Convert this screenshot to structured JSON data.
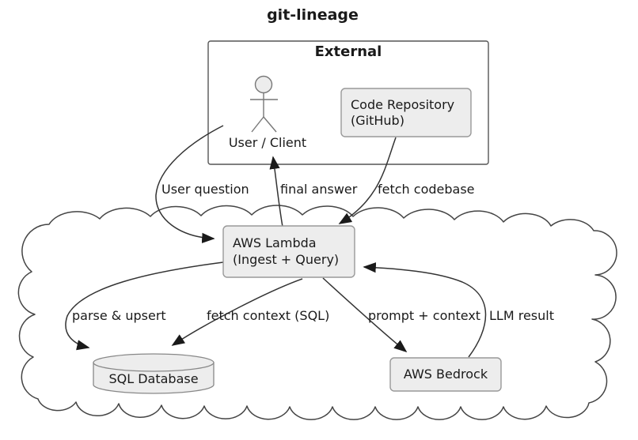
{
  "title": "git-lineage",
  "external_group": {
    "label": "External",
    "nodes": {
      "user_client": {
        "label": "User / Client",
        "icon": "actor-stick-figure"
      },
      "code_repository": {
        "line1": "Code Repository",
        "line2": "(GitHub)"
      }
    }
  },
  "cloud_group": {
    "shape": "cloud",
    "nodes": {
      "aws_lambda": {
        "line1": "AWS Lambda",
        "line2": "(Ingest + Query)"
      },
      "sql_database": {
        "label": "SQL Database",
        "icon": "database-cylinder"
      },
      "aws_bedrock": {
        "label": "AWS Bedrock"
      }
    }
  },
  "edges": [
    {
      "from": "user_client",
      "to": "aws_lambda",
      "label": "User question"
    },
    {
      "from": "aws_lambda",
      "to": "user_client",
      "label": "final answer"
    },
    {
      "from": "code_repository",
      "to": "aws_lambda",
      "label": "fetch codebase"
    },
    {
      "from": "aws_lambda",
      "to": "sql_database",
      "label": "parse & upsert"
    },
    {
      "from": "aws_lambda",
      "to": "sql_database",
      "label": "fetch context (SQL)"
    },
    {
      "from": "aws_lambda",
      "to": "aws_bedrock",
      "label": "prompt + context"
    },
    {
      "from": "aws_bedrock",
      "to": "aws_lambda",
      "label": "LLM result"
    }
  ],
  "colors": {
    "background": "#ffffff",
    "node_fill": "#ededed",
    "node_border": "#999999",
    "edge_line": "#333333",
    "cloud_line": "#444444",
    "text": "#1a1a1a"
  }
}
